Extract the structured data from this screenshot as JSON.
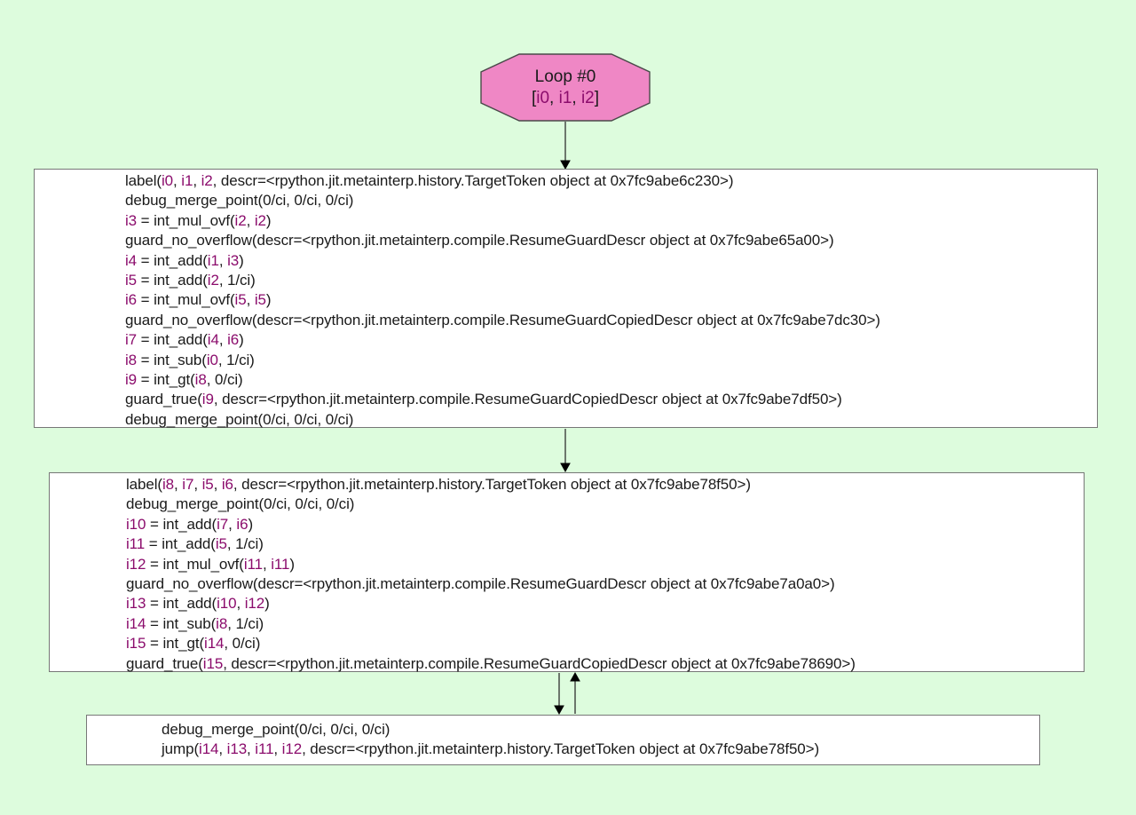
{
  "colors": {
    "background": "#ddfcdd",
    "loop_node_fill": "#ef87c5",
    "loop_node_border": "#4a4a4a",
    "box_border": "#777777",
    "box_fill": "#ffffff",
    "text": "#1a1a1a",
    "variable": "#8b0c6c",
    "edge": "#2f2f2f"
  },
  "loop_node": {
    "title": "Loop #0",
    "args": "[i0, i1, i2]"
  },
  "blocks": [
    {
      "lines": [
        "label(i0, i1, i2, descr=<rpython.jit.metainterp.history.TargetToken object at 0x7fc9abe6c230>)",
        "debug_merge_point(0/ci, 0/ci, 0/ci)",
        "i3 = int_mul_ovf(i2, i2)",
        "guard_no_overflow(descr=<rpython.jit.metainterp.compile.ResumeGuardDescr object at 0x7fc9abe65a00>)",
        "i4 = int_add(i1, i3)",
        "i5 = int_add(i2, 1/ci)",
        "i6 = int_mul_ovf(i5, i5)",
        "guard_no_overflow(descr=<rpython.jit.metainterp.compile.ResumeGuardCopiedDescr object at 0x7fc9abe7dc30>)",
        "i7 = int_add(i4, i6)",
        "i8 = int_sub(i0, 1/ci)",
        "i9 = int_gt(i8, 0/ci)",
        "guard_true(i9, descr=<rpython.jit.metainterp.compile.ResumeGuardCopiedDescr object at 0x7fc9abe7df50>)",
        "debug_merge_point(0/ci, 0/ci, 0/ci)"
      ]
    },
    {
      "lines": [
        "label(i8, i7, i5, i6, descr=<rpython.jit.metainterp.history.TargetToken object at 0x7fc9abe78f50>)",
        "debug_merge_point(0/ci, 0/ci, 0/ci)",
        "i10 = int_add(i7, i6)",
        "i11 = int_add(i5, 1/ci)",
        "i12 = int_mul_ovf(i11, i11)",
        "guard_no_overflow(descr=<rpython.jit.metainterp.compile.ResumeGuardDescr object at 0x7fc9abe7a0a0>)",
        "i13 = int_add(i10, i12)",
        "i14 = int_sub(i8, 1/ci)",
        "i15 = int_gt(i14, 0/ci)",
        "guard_true(i15, descr=<rpython.jit.metainterp.compile.ResumeGuardCopiedDescr object at 0x7fc9abe78690>)"
      ]
    },
    {
      "lines": [
        "debug_merge_point(0/ci, 0/ci, 0/ci)",
        "jump(i14, i13, i11, i12, descr=<rpython.jit.metainterp.history.TargetToken object at 0x7fc9abe78f50>)"
      ]
    }
  ]
}
